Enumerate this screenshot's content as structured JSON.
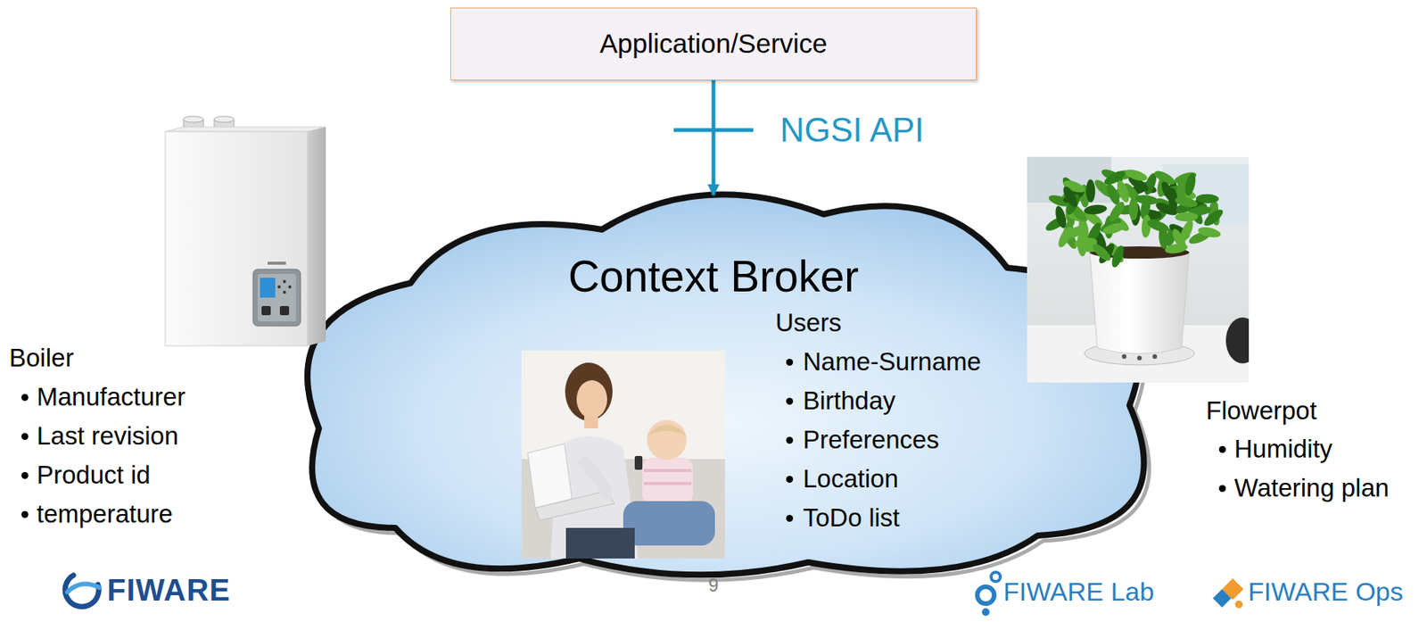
{
  "diagram": {
    "nodes": [
      {
        "text": [
          "Application/Service"
        ]
      },
      {
        "text": [
          "Context Broker"
        ]
      }
    ],
    "edges": [
      {
        "from": 0,
        "to": 1,
        "label": "NGSI API",
        "arrow": "to"
      }
    ],
    "labels": [
      "Boiler",
      "Manufacturer",
      "Last revision",
      "Product id",
      "temperature",
      "Users",
      "Name-Surname",
      "Birthday",
      "Preferences",
      "Location",
      "ToDo list",
      "Flowerpot",
      "Humidity",
      "Watering plan",
      "9",
      "FIWARE",
      "FIWARE Lab",
      "FIWARE Ops"
    ]
  }
}
